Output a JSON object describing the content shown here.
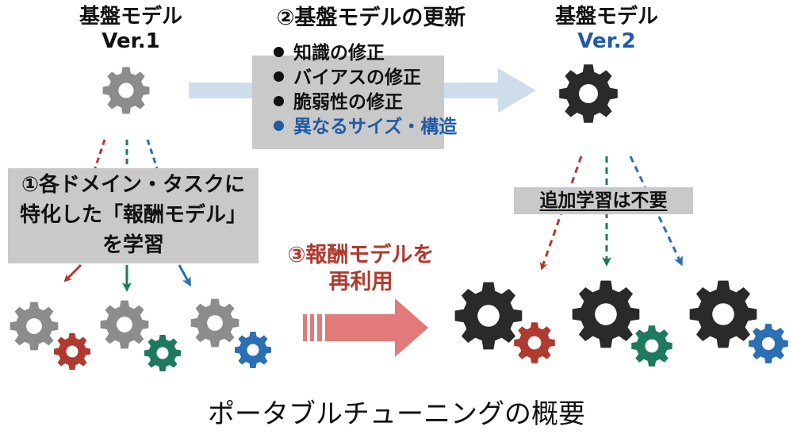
{
  "base_v1": {
    "line1": "基盤モデル",
    "line2": "Ver.1"
  },
  "base_v2": {
    "line1": "基盤モデル",
    "line2": "Ver.2"
  },
  "step2": {
    "title": "②基盤モデルの更新",
    "items": [
      {
        "text": "知識の修正"
      },
      {
        "text": "バイアスの修正"
      },
      {
        "text": "脆弱性の修正"
      },
      {
        "text": "異なるサイズ・構造"
      }
    ]
  },
  "step1": {
    "line1": "①各ドメイン・タスクに",
    "line2": "特化した「報酬モデル」",
    "line3": "を学習"
  },
  "step3": {
    "line1": "③報酬モデルを",
    "line2": "再利用"
  },
  "note": "追加学習は不要",
  "caption": "ポータブルチューニングの概要",
  "colors": {
    "gear_gray": "#8c8c8c",
    "gear_dark": "#2a2a2a",
    "red": "#b03a2e",
    "green": "#1d7a5f",
    "blue": "#2c6fb5",
    "accent_blue_text": "#1f5aa6",
    "box_gray": "#c9c9c9",
    "arrow_light": "#cfdcea",
    "arrow_red": "#e27a7a"
  }
}
